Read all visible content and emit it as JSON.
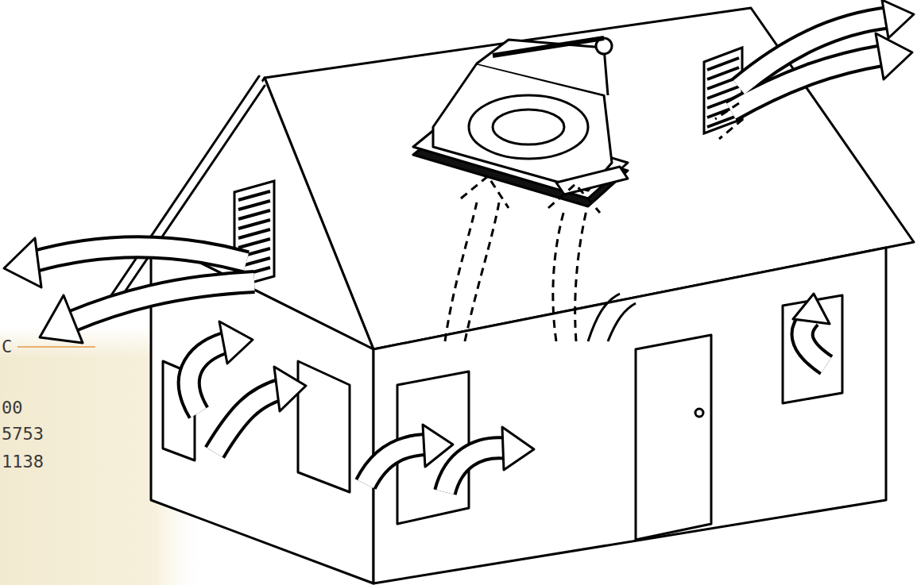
{
  "diagram": {
    "labels": [
      "C",
      "00",
      "5753",
      "1138"
    ]
  }
}
